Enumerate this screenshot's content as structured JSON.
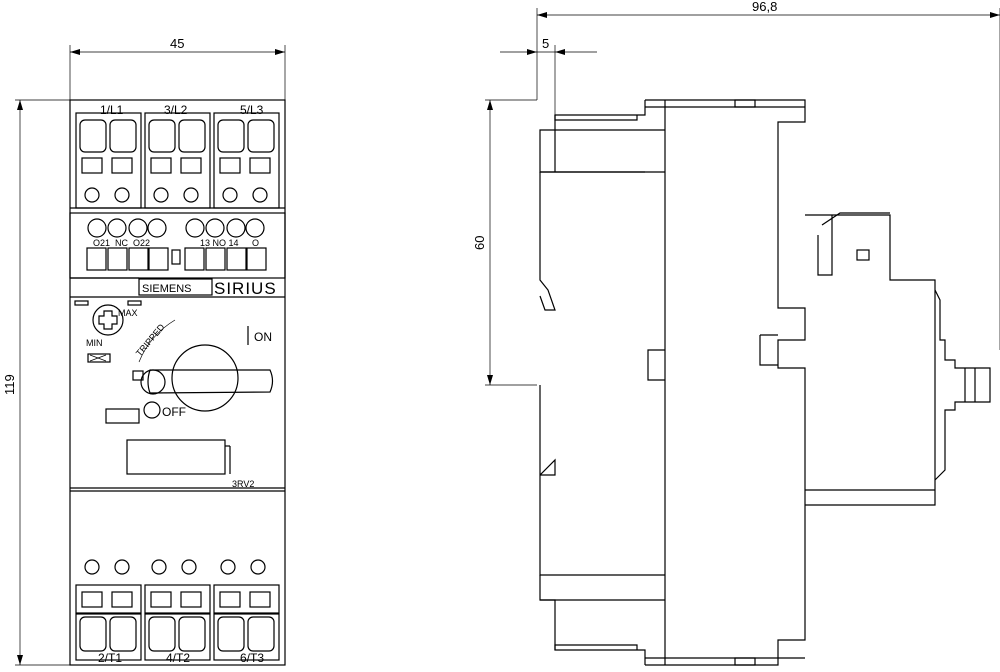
{
  "dimensions": {
    "width_front": "45",
    "height_total": "119",
    "depth_total": "96,8",
    "offset_rail": "5",
    "rail_height": "60"
  },
  "terminals_top": [
    "1/L1",
    "3/L2",
    "5/L3"
  ],
  "terminals_bottom": [
    "2/T1",
    "4/T2",
    "6/T3"
  ],
  "aux_contacts": {
    "left": "O21  NC  O22",
    "right": "13 NO 14",
    "extra": "O"
  },
  "brand": {
    "logo": "SIEMENS",
    "series": "SIRIUS"
  },
  "dial": {
    "max": "MAX",
    "min": "MIN",
    "tripped": "TRIPPED"
  },
  "switch": {
    "on": "ON",
    "off": "OFF"
  },
  "model": "3RV2"
}
